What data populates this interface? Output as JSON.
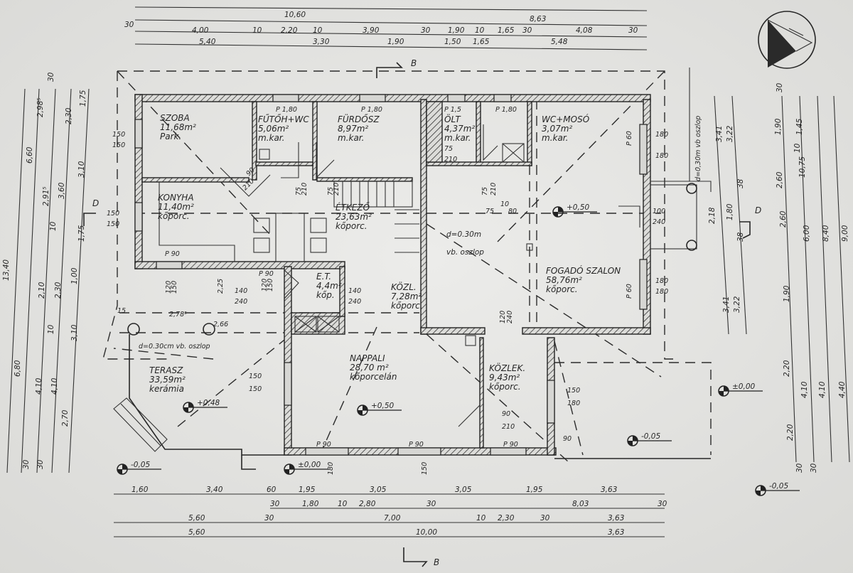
{
  "rooms": [
    {
      "name": "SZOBA",
      "area": "11,68m²",
      "floor": "Park."
    },
    {
      "name": "FŰTŐH+WC",
      "area": "5,06m²",
      "floor": "m.kar."
    },
    {
      "name": "FÜRDŐSZ",
      "area": "8,97m²",
      "floor": "m.kar."
    },
    {
      "name": "ÖLT",
      "area": "4,37m²",
      "floor": "m.kar."
    },
    {
      "name": "WC+MOSÓ",
      "area": "3,07m²",
      "floor": "m.kar."
    },
    {
      "name": "KONYHA",
      "area": "11,40m²",
      "floor": "kőporc."
    },
    {
      "name": "ÉTKEZŐ",
      "area": "23,63m²",
      "floor": "kőporc."
    },
    {
      "name": "FOGADÓ SZALON",
      "area": "58,76m²",
      "floor": "kőporc."
    },
    {
      "name": "E.T.",
      "area": "4,4m²",
      "floor": "kőp."
    },
    {
      "name": "KÖZL.",
      "area": "7,28m²",
      "floor": "kőporc."
    },
    {
      "name": "NAPPALI",
      "area": "28,70 m²",
      "floor": "kőporcelán"
    },
    {
      "name": "KÖZLEK.",
      "area": "9,43m²",
      "floor": "kőporc."
    },
    {
      "name": "TERASZ",
      "area": "33,59m²",
      "floor": "kerámia"
    }
  ],
  "levels": [
    "+0,50",
    "+0,48",
    "+0,50",
    "±0,00",
    "-0,05",
    "±0,00",
    "-0,05",
    "-0,05"
  ],
  "notes": [
    "d=0.30m",
    "vb. oszlop",
    "d=0.30cm vb. oszlop",
    "d=0,30m vb oszlop"
  ],
  "section_marks": [
    "B",
    "B",
    "D",
    "D"
  ],
  "dims_top": {
    "row1": [
      "10,60",
      "8,63"
    ],
    "row2": [
      "30",
      "4,00",
      "10",
      "2,20",
      "10",
      "3,90",
      "30",
      "1,90",
      "10",
      "1,65",
      "30",
      "4,08",
      "30"
    ],
    "row3": [
      "5,40",
      "3,30",
      "1,90",
      "1,50",
      "1,65",
      "5,48"
    ]
  },
  "dims_bottom": {
    "row1": [
      "1,60",
      "3,40",
      "60",
      "1,95",
      "3,05",
      "3,05",
      "1,95",
      "3,63"
    ],
    "row2": [
      "30",
      "1,80",
      "10",
      "2,80",
      "30",
      "8,03",
      "30"
    ],
    "row3": [
      "5,60",
      "30",
      "7,00",
      "10",
      "2,30",
      "30",
      "3,63"
    ],
    "row4": [
      "5,60",
      "10,00",
      "3,63"
    ]
  },
  "dims_left": [
    "13,40",
    "6,60",
    "6,80",
    "2,98⁵",
    "2,91⁵",
    "3,60",
    "2,30",
    "3,10",
    "1,75",
    "1,75",
    "2,10",
    "2,30",
    "1,00",
    "4,10",
    "4,10",
    "3,10",
    "2,70",
    "30",
    "30",
    "30",
    "10",
    "10"
  ],
  "dims_right": [
    "3,41",
    "3,22",
    "2,18",
    "1,80",
    "38",
    "38",
    "3,41",
    "3,22",
    "1,90",
    "2,60",
    "2,60",
    "1,90",
    "2,20",
    "2,20",
    "1,45",
    "10",
    "10,75",
    "6,00",
    "8,40",
    "9,00",
    "4,10",
    "4,10",
    "4,40",
    "30",
    "30",
    "30"
  ],
  "openings": [
    "P 1,80",
    "P 1,80",
    "P 1,5",
    "P 1,80",
    "150",
    "150",
    "150",
    "150",
    "P 90",
    "P 90",
    "P 90",
    "P 90",
    "P 90",
    "P 60",
    "P 60",
    "180",
    "180",
    "100",
    "240",
    "180",
    "180",
    "90",
    "210",
    "75",
    "210",
    "75",
    "210",
    "75",
    "210",
    "75",
    "210",
    "140",
    "240",
    "140",
    "240",
    "120",
    "150",
    "120",
    "150",
    "2,25",
    "2,78⁵",
    "2,66",
    "15",
    "120",
    "240",
    "90",
    "210",
    "150",
    "180",
    "90",
    "75",
    "10",
    "80",
    "150",
    "150",
    "180",
    "150"
  ]
}
